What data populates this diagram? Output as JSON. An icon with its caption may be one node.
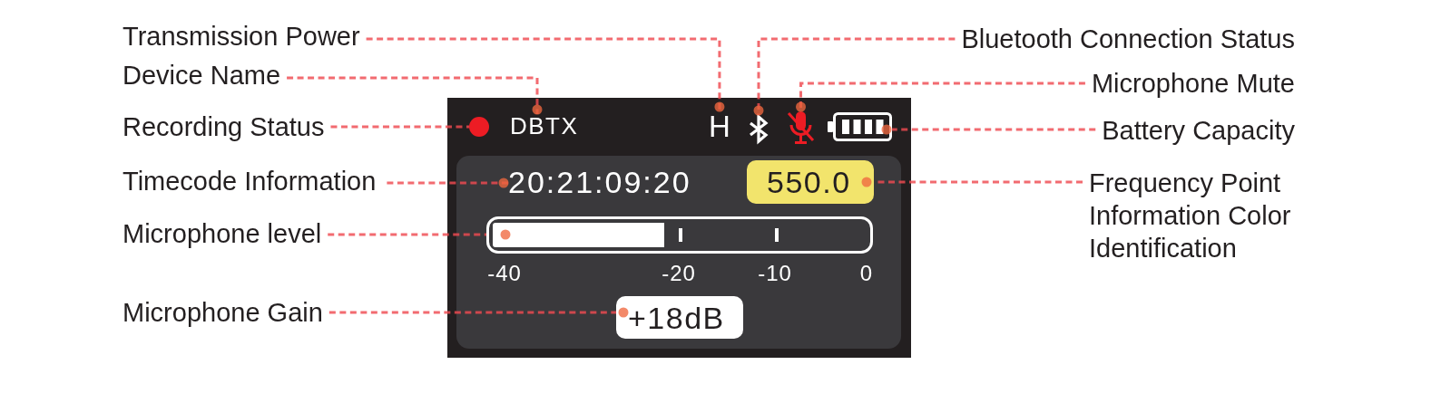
{
  "diagram": {
    "nodes": [
      {
        "text": [
          "Transmission Power"
        ]
      },
      {
        "text": [
          "Device Name"
        ]
      },
      {
        "text": [
          "Recording Status"
        ]
      },
      {
        "text": [
          "Timecode Information"
        ]
      },
      {
        "text": [
          "Microphone level"
        ]
      },
      {
        "text": [
          "Microphone Gain"
        ]
      },
      {
        "text": [
          "Bluetooth Connection Status"
        ]
      },
      {
        "text": [
          "Microphone Mute"
        ]
      },
      {
        "text": [
          "Battery Capacity"
        ]
      },
      {
        "text": [
          "Frequency Point Information Color Identification"
        ]
      },
      {
        "text": [],
        "shape": "box"
      },
      {
        "text": [],
        "shape": "circle",
        "in": 10
      },
      {
        "text": [
          "DBTX"
        ],
        "in": 10
      },
      {
        "text": [
          "H"
        ],
        "in": 10
      },
      {
        "text": [],
        "shape": "picture",
        "in": 10
      },
      {
        "text": [],
        "shape": "picture",
        "in": 10
      },
      {
        "text": [],
        "shape": "picture",
        "in": 10
      },
      {
        "text": [],
        "shape": "box",
        "in": 10
      },
      {
        "text": [
          "20:21:09:20"
        ],
        "in": 17
      },
      {
        "text": [
          "550.0"
        ],
        "in": 17
      },
      {
        "text": [],
        "shape": "bar",
        "in": 17,
        "beside": [
          "-40",
          "-20",
          "-10",
          "0"
        ]
      },
      {
        "text": [
          "+18dB"
        ],
        "in": 17
      }
    ],
    "edges": [
      {
        "from": 0,
        "to": 13,
        "arrow": "other",
        "style": "dashed"
      },
      {
        "from": 1,
        "to": 12,
        "arrow": "other",
        "style": "dashed"
      },
      {
        "from": 2,
        "to": 11,
        "arrow": "other",
        "style": "dashed"
      },
      {
        "from": 3,
        "to": 18,
        "arrow": "other",
        "style": "dashed"
      },
      {
        "from": 4,
        "to": 20,
        "arrow": "other",
        "style": "dashed"
      },
      {
        "from": 5,
        "to": 21,
        "arrow": "other",
        "style": "dashed"
      },
      {
        "from": 6,
        "to": 14,
        "arrow": "other",
        "style": "dashed"
      },
      {
        "from": 7,
        "to": 15,
        "arrow": "other",
        "style": "dashed"
      },
      {
        "from": 8,
        "to": 16,
        "arrow": "other",
        "style": "dashed"
      },
      {
        "from": 9,
        "to": 19,
        "arrow": "other",
        "style": "dashed"
      }
    ]
  }
}
